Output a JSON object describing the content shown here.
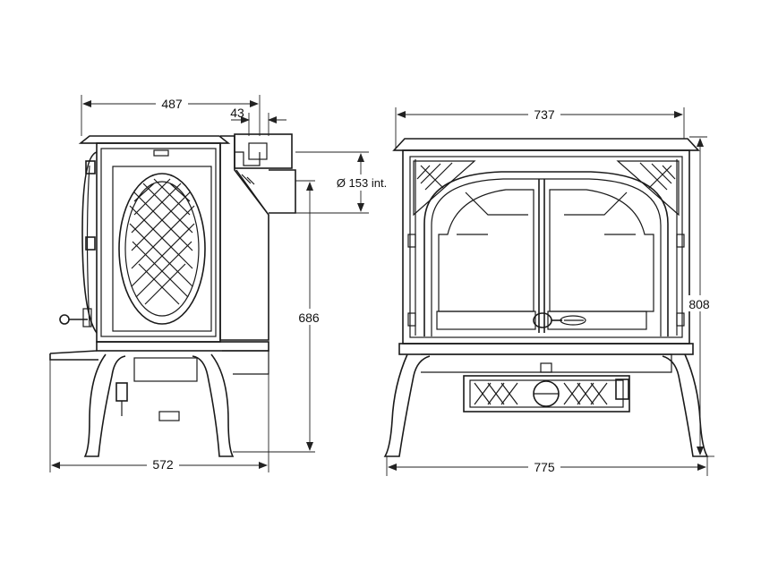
{
  "dimensions": {
    "side_depth_top": "487",
    "flue_offset": "43",
    "flue_diameter": "Ø 153 int.",
    "flue_height": "686",
    "side_depth_base": "572",
    "front_width_top": "737",
    "overall_height": "808",
    "front_width_base": "775"
  },
  "colors": {
    "line": "#1a1a1a",
    "background": "#ffffff"
  }
}
